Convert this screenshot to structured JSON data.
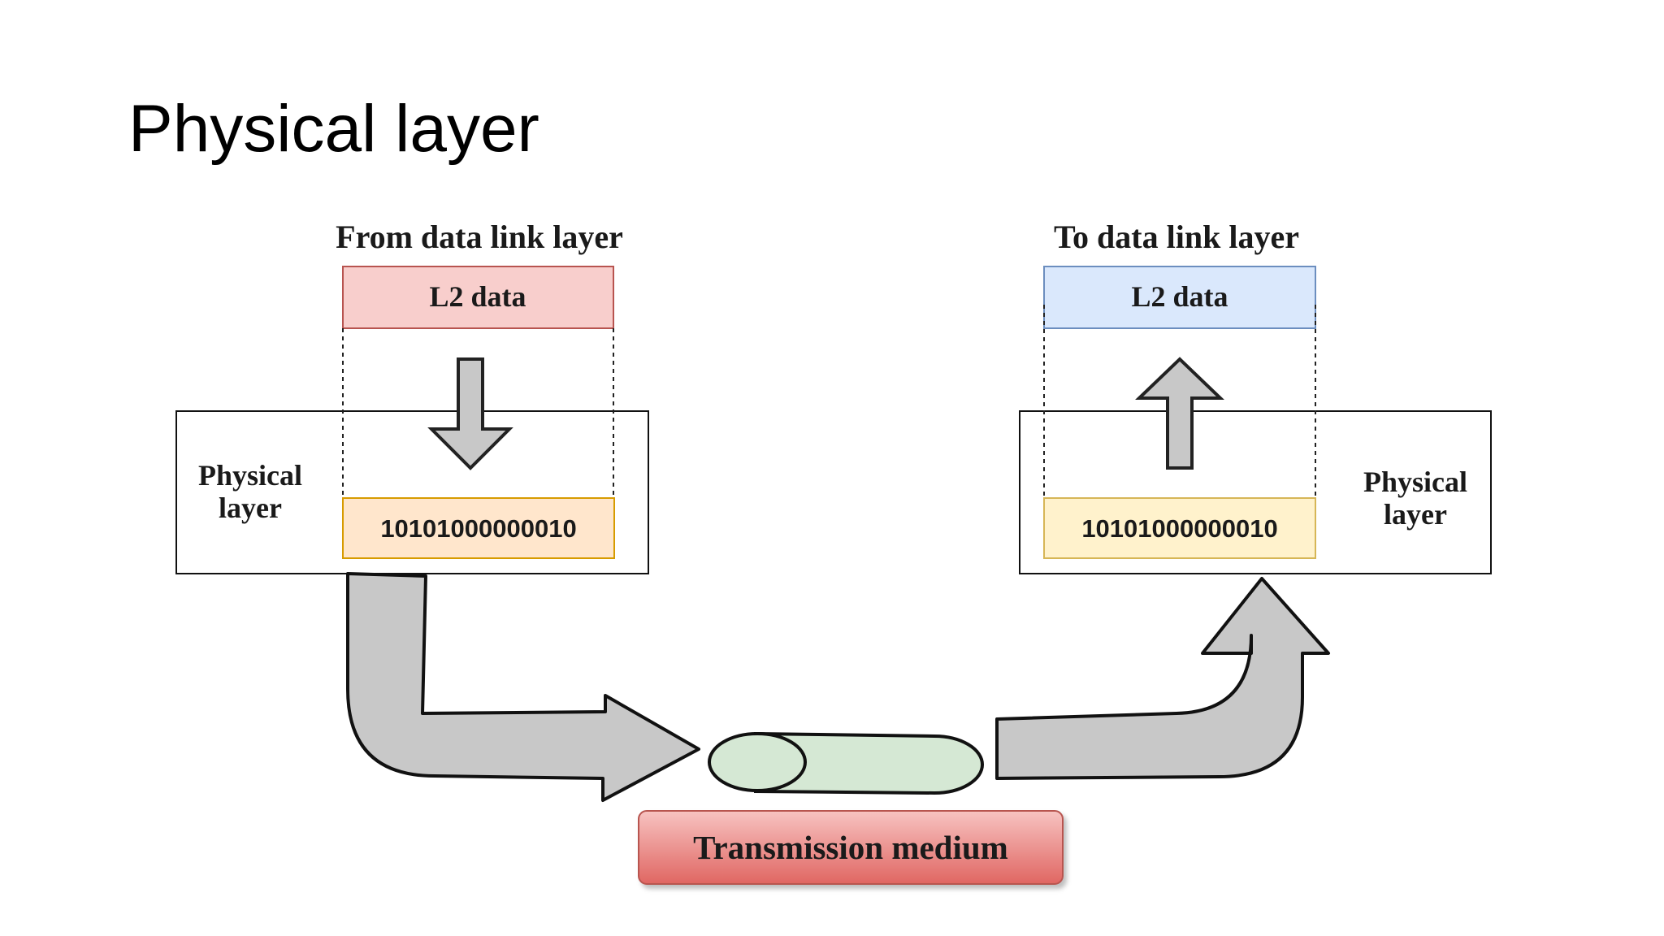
{
  "slide": {
    "title": "Physical layer"
  },
  "diagram": {
    "sender": {
      "caption": "From data link layer",
      "l2_label": "L2 data",
      "layer_label_line1": "Physical",
      "layer_label_line2": "layer",
      "bits": "10101000000010"
    },
    "receiver": {
      "caption": "To data link layer",
      "l2_label": "L2 data",
      "layer_label_line1": "Physical",
      "layer_label_line2": "layer",
      "bits": "10101000000010"
    },
    "medium": {
      "label": "Transmission medium"
    }
  },
  "colors": {
    "sender_l2_fill": "#f8cecc",
    "sender_l2_stroke": "#b85450",
    "receiver_l2_fill": "#dae8fc",
    "receiver_l2_stroke": "#6c8ebf",
    "bits_fill": "#fff2cc",
    "bits_stroke": "#d6b656",
    "arrow_fill": "#c8c8c8",
    "cylinder_fill": "#d5e8d4",
    "medium_label_fill": "#ea6b66"
  }
}
